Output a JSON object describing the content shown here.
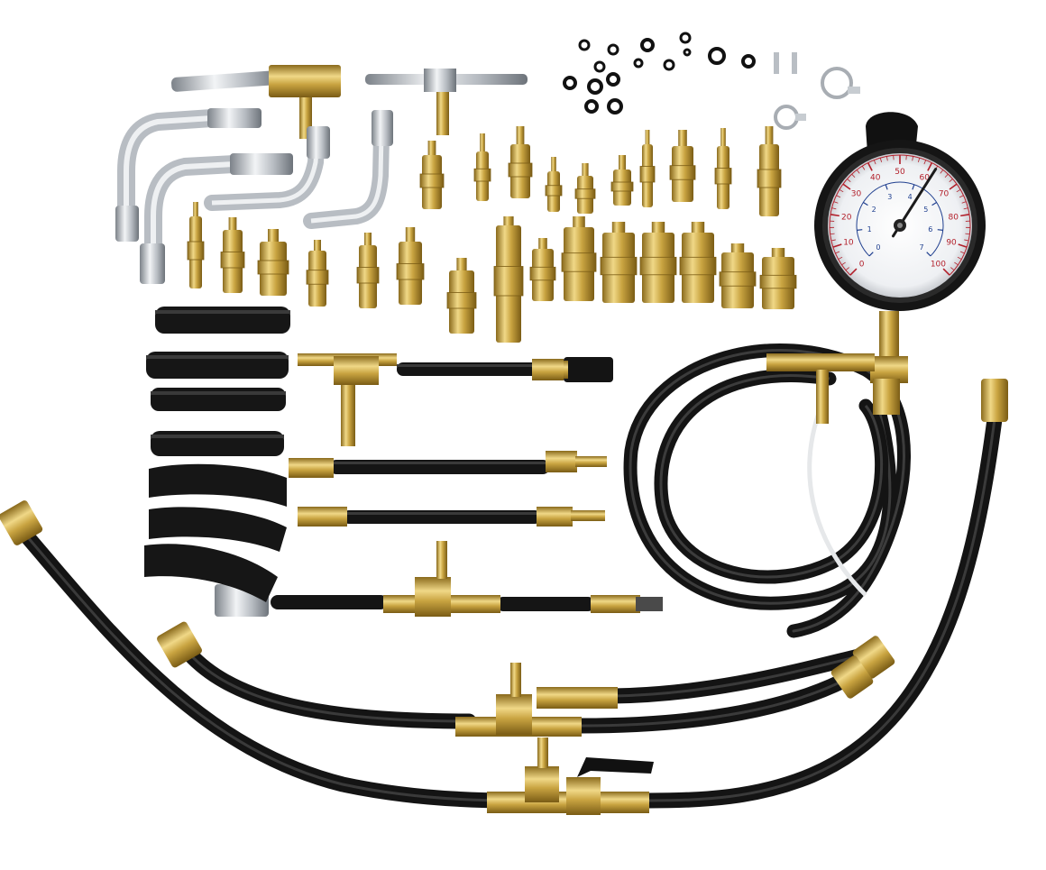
{
  "scene": {
    "subject": "fuel-injection-pressure-test-kit",
    "background_color": "#ffffff"
  },
  "colors": {
    "brass": "#c9a441",
    "brass_dark": "#8a6a1c",
    "brass_light": "#f0d887",
    "chrome": "#cfd3d8",
    "chrome_dark": "#7c8289",
    "hose": "#1a1a1a",
    "hose_highlight": "#3a3a3a",
    "gauge_face": "#f7f8fa",
    "gauge_red": "#b21f2a",
    "gauge_blue": "#1f3f8f",
    "gauge_bezel": "#161616"
  },
  "gauge": {
    "outer_scale": [
      "0",
      "10",
      "20",
      "30",
      "40",
      "50",
      "60",
      "70",
      "80",
      "90",
      "100"
    ],
    "inner_scale": [
      "0",
      "1",
      "2",
      "3",
      "4",
      "5",
      "6",
      "7"
    ],
    "needle_value_fraction": 0.62
  },
  "icons": {
    "gauge": "pressure-gauge-icon",
    "valve": "shutoff-valve-icon",
    "clamp": "hose-clamp-icon",
    "oring": "o-ring-icon",
    "schrader": "schrader-valve-icon"
  }
}
